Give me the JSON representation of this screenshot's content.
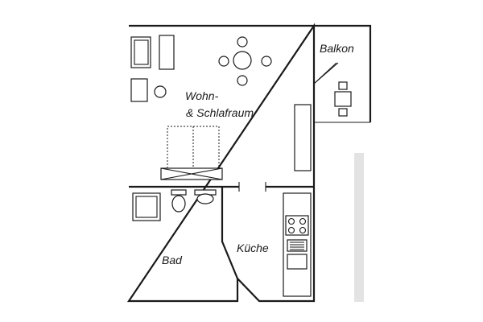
{
  "labels": {
    "balkon": "Balkon",
    "wohn_line1": "Wohn-",
    "wohn_line2": "& Schlafraum",
    "kueche": "Küche",
    "bad": "Bad"
  },
  "colors": {
    "line": "#1a1a1a",
    "background": "#ffffff",
    "shadow": "#e3e3e3"
  }
}
